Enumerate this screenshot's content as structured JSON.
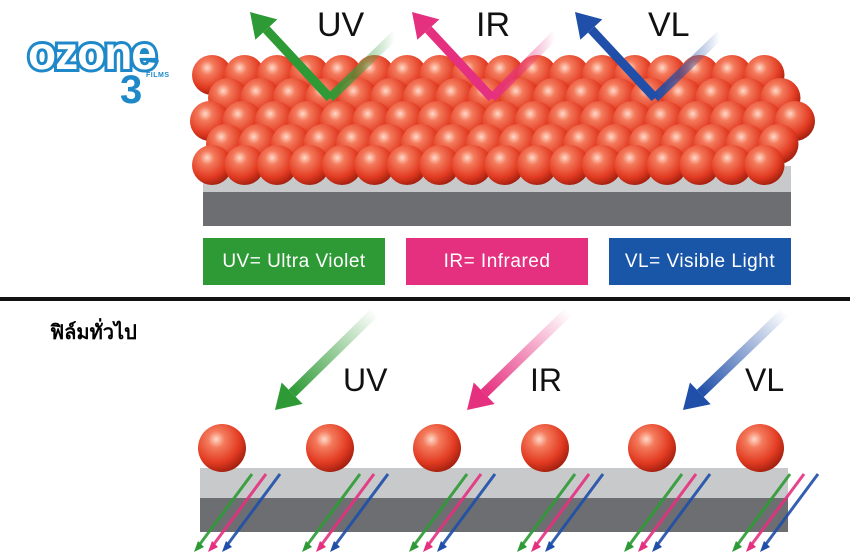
{
  "brand": {
    "word": "ozone",
    "sub": "3",
    "tag": "FILMS",
    "color": "#1e88c8"
  },
  "top": {
    "rays": [
      {
        "label": "UV",
        "color": "#2e9a35"
      },
      {
        "label": "IR",
        "color": "#e5307f"
      },
      {
        "label": "VL",
        "color": "#1f4fa8"
      }
    ]
  },
  "legend": [
    {
      "text": "UV= Ultra Violet",
      "color": "#2e9a35"
    },
    {
      "text": "IR= Infrared",
      "color": "#e5307f"
    },
    {
      "text": "VL= Visible Light",
      "color": "#1a56a8"
    }
  ],
  "bottom": {
    "title": "ฟิล์มทั่วไป",
    "rays": [
      {
        "label": "UV",
        "color": "#2e9a35"
      },
      {
        "label": "IR",
        "color": "#e5307f"
      },
      {
        "label": "VL",
        "color": "#1f4fa8"
      }
    ]
  },
  "colors": {
    "sphere": "#e8452c",
    "glass_light": "#c8c9cb",
    "glass_dark": "#6d6e71",
    "divider": "#111111"
  }
}
